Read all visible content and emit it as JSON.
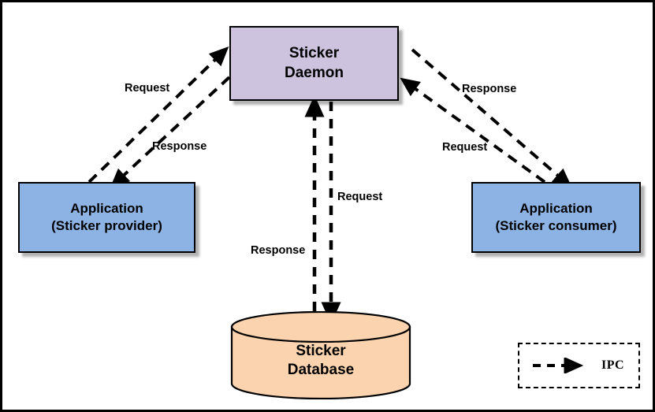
{
  "diagram": {
    "title": "Sticker IPC architecture diagram",
    "background": "#ffffff",
    "border_color": "#000000",
    "nodes": {
      "daemon": {
        "name": "sticker-daemon",
        "line1": "Sticker",
        "line2": "Daemon",
        "fill": "#cec3de",
        "shape": "rectangle"
      },
      "app_left": {
        "name": "application-sticker-provider",
        "line1": "Application",
        "line2": "(Sticker provider)",
        "fill": "#8cb3e3",
        "shape": "rectangle"
      },
      "app_right": {
        "name": "application-sticker-consumer",
        "line1": "Application",
        "line2": "(Sticker consumer)",
        "fill": "#8cb3e3",
        "shape": "rectangle"
      },
      "database": {
        "name": "sticker-database",
        "line1": "Sticker",
        "line2": "Database",
        "fill": "#fbd3ae",
        "shape": "cylinder"
      }
    },
    "edges": [
      {
        "id": "left-request",
        "label": "Request",
        "from": "application-sticker-provider",
        "to": "sticker-daemon",
        "style": "dashed",
        "arrow": "to"
      },
      {
        "id": "left-response",
        "label": "Response",
        "from": "sticker-daemon",
        "to": "application-sticker-provider",
        "style": "dashed",
        "arrow": "to"
      },
      {
        "id": "right-response",
        "label": "Response",
        "from": "sticker-daemon",
        "to": "application-sticker-consumer",
        "style": "dashed",
        "arrow": "to"
      },
      {
        "id": "right-request",
        "label": "Request",
        "from": "application-sticker-consumer",
        "to": "sticker-daemon",
        "style": "dashed",
        "arrow": "to"
      },
      {
        "id": "center-request",
        "label": "Request",
        "from": "sticker-daemon",
        "to": "sticker-database",
        "style": "dashed",
        "arrow": "to"
      },
      {
        "id": "center-response",
        "label": "Response",
        "from": "sticker-database",
        "to": "sticker-daemon",
        "style": "dashed",
        "arrow": "to"
      }
    ],
    "legend": {
      "name": "legend-ipc",
      "label": "IPC",
      "line_style": "dashed",
      "arrow": "right"
    }
  }
}
